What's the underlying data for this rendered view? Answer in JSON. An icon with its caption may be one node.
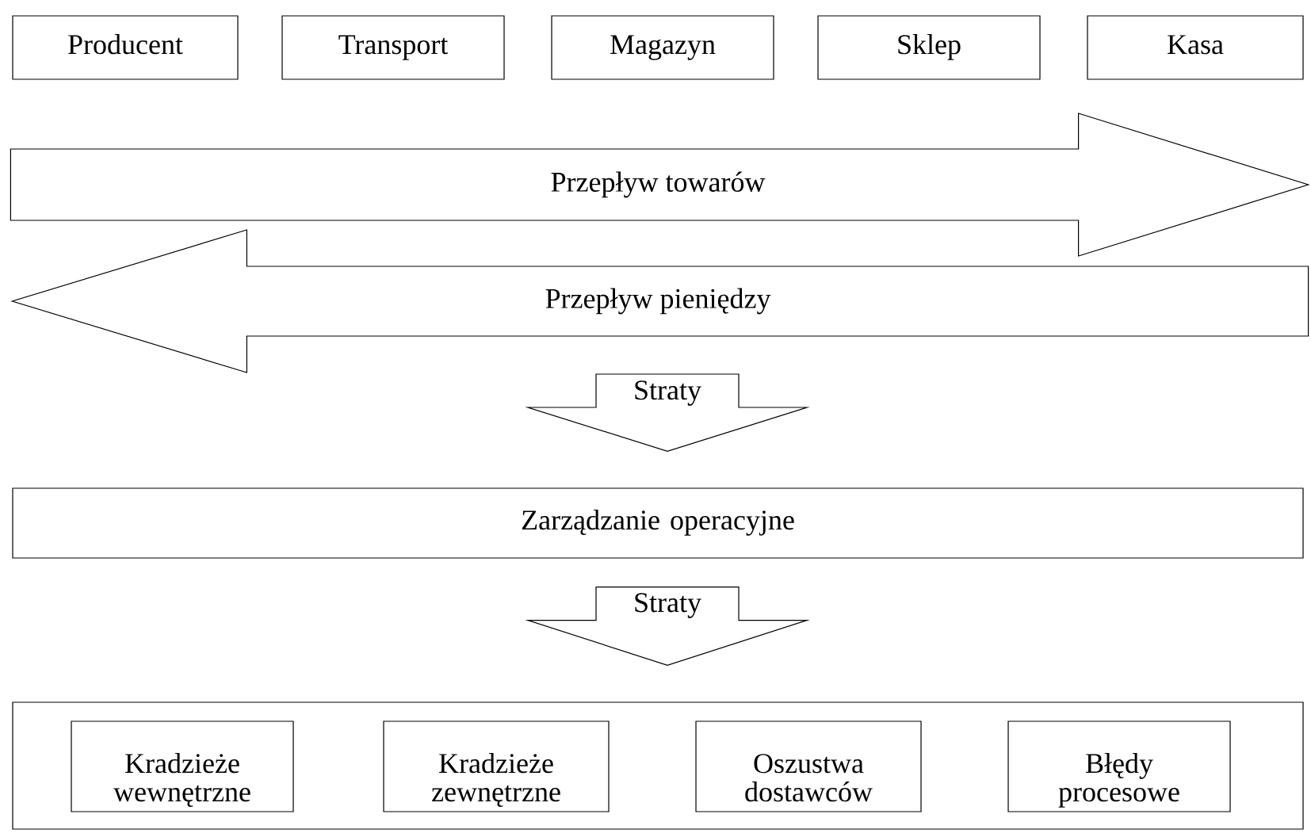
{
  "diagram": {
    "nodes": [
      {
        "text": [
          "Producent"
        ]
      },
      {
        "text": [
          "Transport"
        ]
      },
      {
        "text": [
          "Magazyn"
        ]
      },
      {
        "text": [
          "Sklep"
        ]
      },
      {
        "text": [
          "Kasa"
        ]
      },
      {
        "text": [
          "Zarządzanie operacyjne"
        ]
      },
      {
        "text": [],
        "shape": "box"
      },
      {
        "text": [
          "Kradzieże wewnętrzne"
        ],
        "in": 6
      },
      {
        "text": [
          "Kradzieże zewnętrzne"
        ],
        "in": 6
      },
      {
        "text": [
          "Oszustwa dostawców"
        ],
        "in": 6
      },
      {
        "text": [
          "Błędy procesowe"
        ],
        "in": 6
      }
    ],
    "edges": [
      {
        "from": 0,
        "to": 4,
        "arrow": "to",
        "label": "Przepływ towarów"
      },
      {
        "from": 4,
        "to": 0,
        "arrow": "to",
        "label": "Przepływ pieniędzy"
      },
      {
        "from": null,
        "to": 5,
        "arrow": "to",
        "label": "Straty"
      },
      {
        "from": 5,
        "to": 6,
        "arrow": "to",
        "label": "Straty"
      }
    ]
  }
}
